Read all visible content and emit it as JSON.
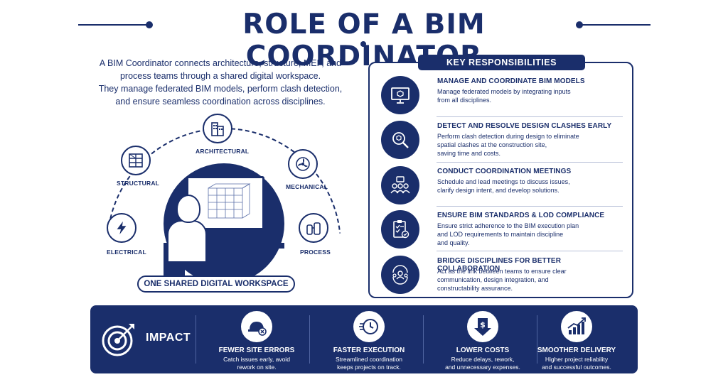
{
  "title": "ROLE OF A BIM COORDINATOR",
  "intro": {
    "line1": "A BIM Coordinator connects architecture, structure, MEP, and",
    "line2": "process teams through a shared digital workspace.",
    "line3": "They manage federated BIM models, perform clash detection,",
    "line4": "and ensure seamless coordination across disciplines."
  },
  "diagram": {
    "nodes": {
      "architectural": "ARCHITECTURAL",
      "structural": "STRUCTURAL",
      "mechanical": "MECHANICAL",
      "electrical": "ELECTRICAL",
      "process": "PROCESS"
    },
    "workspace_label": "ONE SHARED DIGITAL WORKSPACE"
  },
  "responsibilities": {
    "header": "KEY RESPONSIBILITIES",
    "items": [
      {
        "title": "MANAGE AND COORDINATE BIM MODELS",
        "desc": [
          "Manage federated models by integrating inputs",
          "from all disciplines."
        ],
        "icon": "monitor-cube-icon"
      },
      {
        "title": "DETECT AND RESOLVE DESIGN CLASHES EARLY",
        "desc": [
          "Perform clash detection during design to eliminate",
          "spatial clashes at the construction site,",
          "saving time and costs."
        ],
        "icon": "magnifier-cube-icon"
      },
      {
        "title": "CONDUCT COORDINATION MEETINGS",
        "desc": [
          "Schedule and lead meetings to discuss issues,",
          "clarify design intent, and develop solutions."
        ],
        "icon": "meeting-icon"
      },
      {
        "title": "ENSURE BIM STANDARDS & LOD COMPLIANCE",
        "desc": [
          "Ensure strict adherence to the BIM execution plan",
          "and LOD requirements to maintain discipline",
          "and quality."
        ],
        "icon": "checklist-icon"
      },
      {
        "title": "BRIDGE DISCIPLINES FOR BETTER COLLABORATION",
        "desc": [
          "Act as the link between teams to ensure clear",
          "communication, design integration, and",
          "constructability assurance."
        ],
        "icon": "team-cycle-icon"
      }
    ]
  },
  "impact": {
    "label": "IMPACT",
    "items": [
      {
        "title": "FEWER SITE ERRORS",
        "desc": [
          "Catch issues early, avoid",
          "rework on site."
        ],
        "icon": "helmet-x-icon"
      },
      {
        "title": "FASTER EXECUTION",
        "desc": [
          "Streamlined coordination",
          "keeps projects on track."
        ],
        "icon": "fast-clock-icon"
      },
      {
        "title": "LOWER COSTS",
        "desc": [
          "Reduce delays, rework,",
          "and unnecessary expenses."
        ],
        "icon": "dollar-down-icon"
      },
      {
        "title": "SMOOTHER DELIVERY",
        "desc": [
          "Higher project reliability",
          "and successful outcomes."
        ],
        "icon": "growth-chart-icon"
      }
    ]
  },
  "colors": {
    "navy": "#1a2e6b",
    "white": "#ffffff"
  }
}
